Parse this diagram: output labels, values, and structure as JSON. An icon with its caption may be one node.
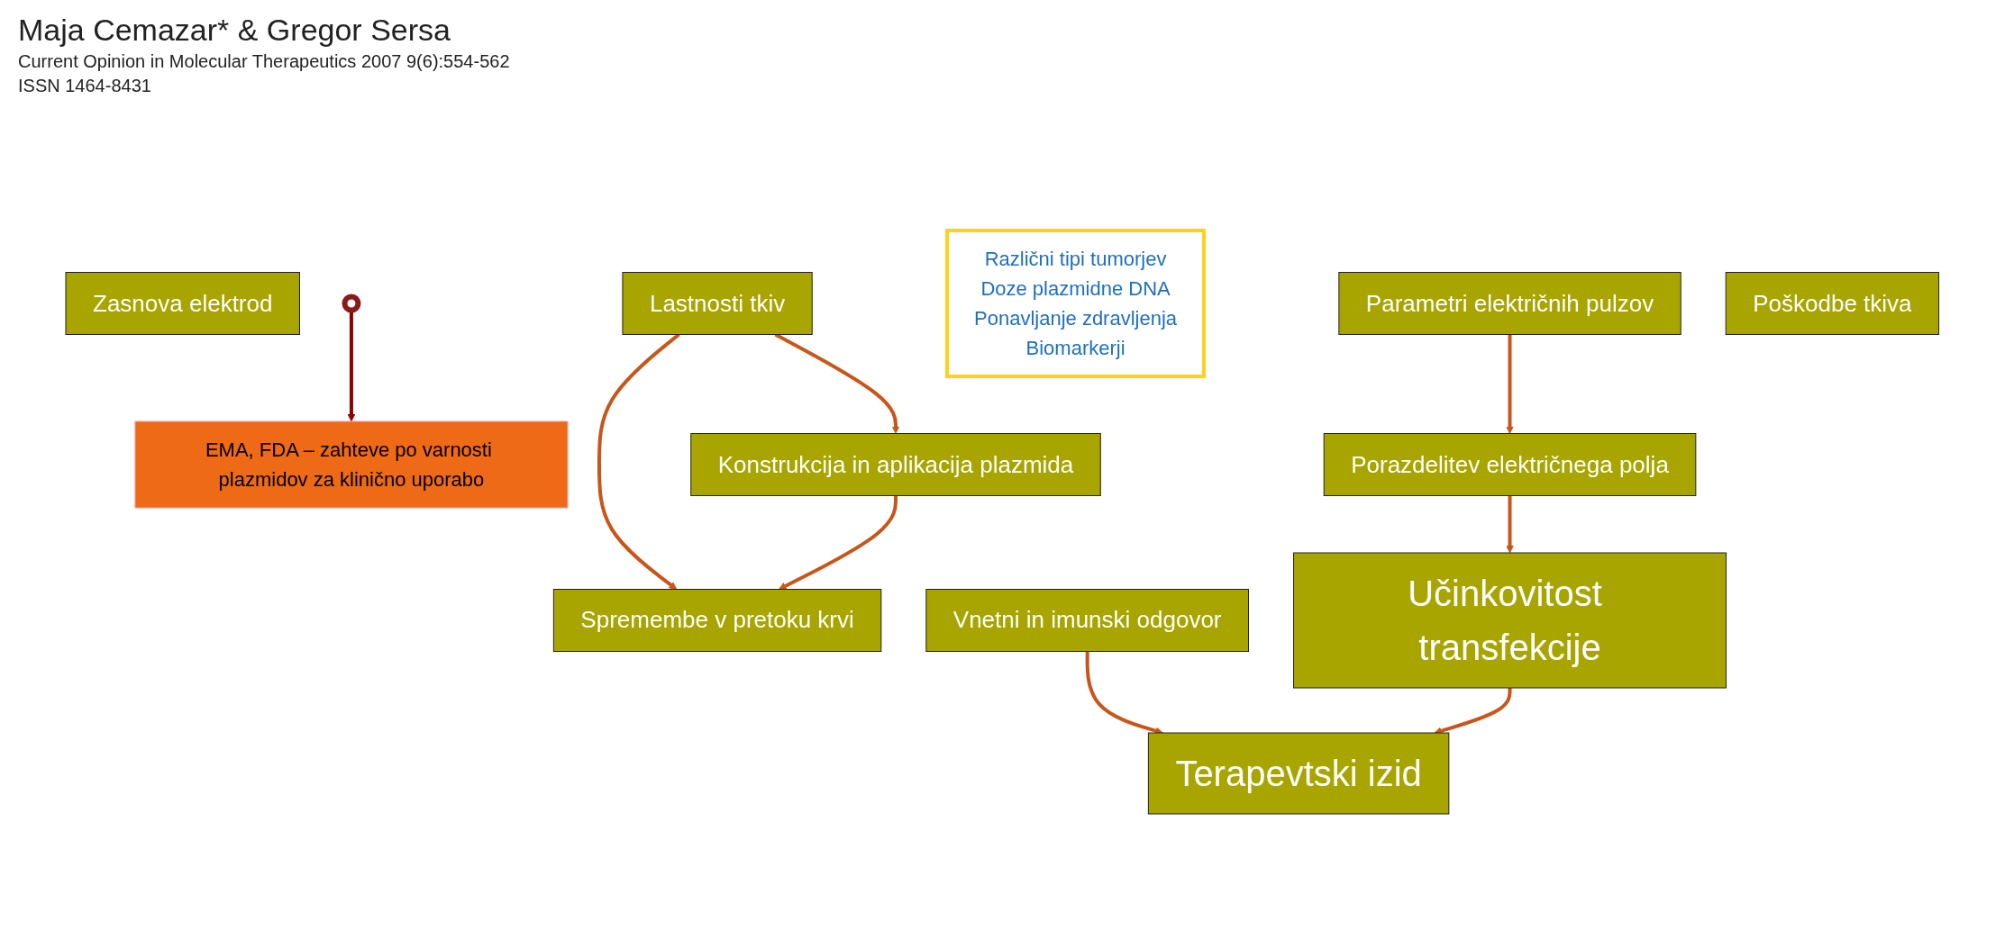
{
  "diagram": {
    "nodes": [
      {
        "text": [
          "Zasnova elektrod"
        ]
      },
      {
        "text": [
          "Parametri električnih pulzov"
        ]
      },
      {
        "text": [
          "Lastnosti tkiv"
        ]
      },
      {
        "text": [
          "EMA, FDA – zahteve po varnosti plazmidov za klinično uporabo"
        ]
      },
      {
        "text": [
          "Različni tipi tumorjev",
          "Doze plazmidne DNA",
          "Ponavljanje zdravljenja",
          "Biomarkerji"
        ]
      },
      {
        "text": [
          "Porazdelitev električnega polja"
        ]
      },
      {
        "text": [
          "Konstrukcija in aplikacija plazmida"
        ]
      },
      {
        "text": [],
        "shape": "circle"
      },
      {
        "text": [
          "Spremembe v pretoku krvi"
        ]
      },
      {
        "text": [
          "Poškodbe tkiva"
        ]
      },
      {
        "text": [
          "Vnetni in imunski odgovor"
        ]
      },
      {
        "text": [
          "Učinkovitost transfekcije"
        ]
      },
      {
        "text": [
          "Terapevtski izid"
        ]
      }
    ],
    "edges": [
      {
        "from": 1,
        "to": 5,
        "arrow": "to"
      },
      {
        "from": 2,
        "to": 6,
        "arrow": "to"
      },
      {
        "from": 2,
        "to": 8,
        "arrow": "to"
      },
      {
        "from": 7,
        "to": 3,
        "arrow": "to",
        "color": "#8b0000"
      },
      {
        "from": 6,
        "to": 8,
        "arrow": "to"
      },
      {
        "from": 5,
        "to": 11,
        "arrow": "to"
      },
      {
        "from": 10,
        "to": 12,
        "arrow": "to"
      },
      {
        "from": 11,
        "to": 12,
        "arrow": "to"
      }
    ],
    "labels": [
      "Maja Cemazar* & Gregor Sersa",
      "Current Opinion in Molecular Therapeutics 2007 9(6):554-562",
      "ISSN 1464-8431"
    ]
  }
}
